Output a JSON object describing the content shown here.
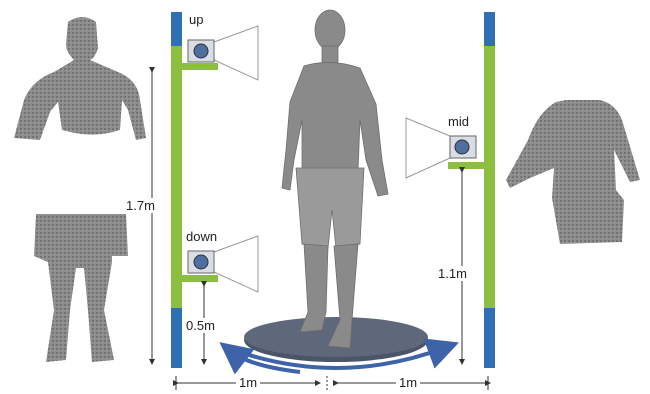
{
  "labels": {
    "cam_up": "up",
    "cam_down": "down",
    "cam_mid": "mid",
    "height_left": "1.7m",
    "height_low": "0.5m",
    "height_right": "1.1m",
    "dist_left": "1m",
    "dist_right": "1m"
  },
  "colors": {
    "pole_green": "#8cbf3f",
    "pole_blue": "#2f6fb4",
    "mesh": "#8a8a8a",
    "turntable": "#4b5566",
    "arrow": "#3e63a8"
  },
  "icons": [
    "camera-icon",
    "turntable-rotation-arrow"
  ]
}
